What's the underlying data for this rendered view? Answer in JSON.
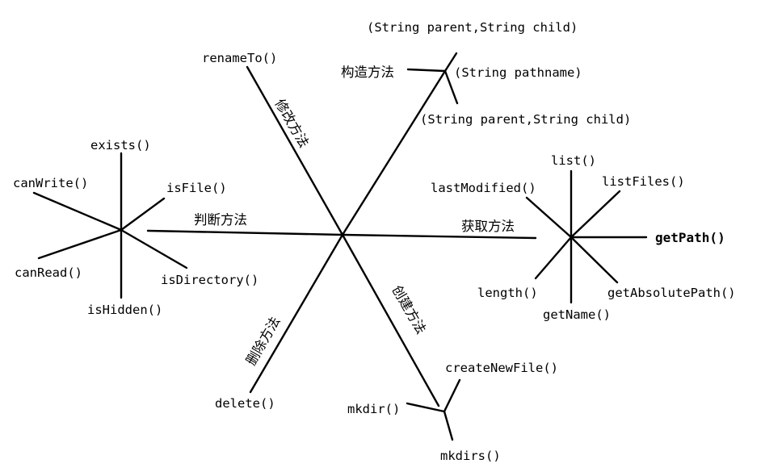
{
  "diagram": {
    "categories": {
      "modify": "修改方法",
      "construct": "构造方法",
      "judge": "判断方法",
      "obtain": "获取方法",
      "delete": "删除方法",
      "create": "创建方法"
    },
    "modify": {
      "renameTo": "renameTo()"
    },
    "constructors": {
      "parent_child_top": "(String parent,String child)",
      "pathname": "(String pathname)",
      "parent_child_bottom": "(String parent,String child)"
    },
    "judge": {
      "exists": "exists()",
      "canWrite": "canWrite()",
      "isFile": "isFile()",
      "canRead": "canRead()",
      "isDirectory": "isDirectory()",
      "isHidden": "isHidden()"
    },
    "obtain": {
      "list": "list()",
      "lastModified": "lastModified()",
      "listFiles": "listFiles()",
      "getPath": "getPath()",
      "length": "length()",
      "getAbsolutePath": "getAbsolutePath()",
      "getName": "getName()"
    },
    "delete": {
      "delete": "delete()"
    },
    "create": {
      "createNewFile": "createNewFile()",
      "mkdir": "mkdir()",
      "mkdirs": "mkdirs()"
    }
  }
}
